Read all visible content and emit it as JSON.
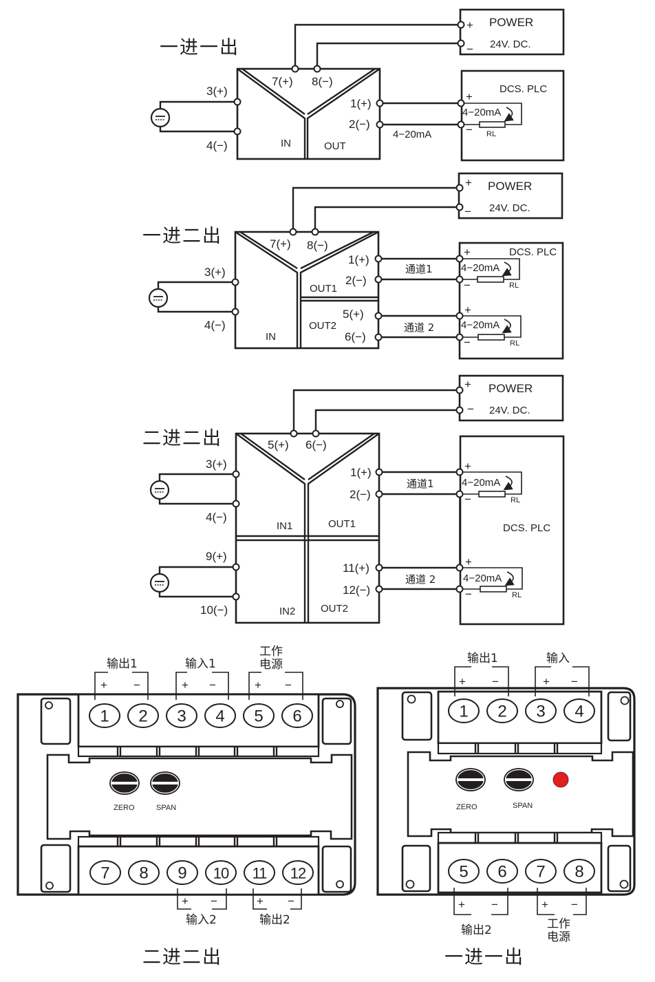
{
  "diagrams": {
    "one_in_one_out": {
      "title": "一进一出",
      "power_terminals": {
        "plus": "7(+)",
        "minus": "8(−)"
      },
      "input_terminals": {
        "plus": "3(+)",
        "minus": "4(−)"
      },
      "output_terminals": {
        "plus": "1(+)",
        "minus": "2(−)"
      },
      "module_labels": {
        "in": "IN",
        "out": "OUT"
      },
      "signal_label": "4−20mA",
      "power_box": {
        "title": "POWER",
        "spec": "24V. DC.",
        "plus": "+",
        "minus": "−"
      },
      "dcs_box": {
        "title": "DCS. PLC",
        "loop_label": "4−20mA",
        "resistor": "RL",
        "plus": "+",
        "minus": "−"
      }
    },
    "one_in_two_out": {
      "title": "一进二出",
      "power_terminals": {
        "plus": "7(+)",
        "minus": "8(−)"
      },
      "input_terminals": {
        "plus": "3(+)",
        "minus": "4(−)"
      },
      "output1_terminals": {
        "plus": "1(+)",
        "minus": "2(−)"
      },
      "output2_terminals": {
        "plus": "5(+)",
        "minus": "6(−)"
      },
      "module_labels": {
        "in": "IN",
        "out1": "OUT1",
        "out2": "OUT2"
      },
      "channel_labels": [
        "通道1",
        "通道 2"
      ],
      "power_box": {
        "title": "POWER",
        "spec": "24V. DC.",
        "plus": "+",
        "minus": "−"
      },
      "dcs_box": {
        "title": "DCS. PLC",
        "loop_label": "4−20mA",
        "resistor": "RL",
        "plus": "+",
        "minus": "−"
      }
    },
    "two_in_two_out": {
      "title": "二进二出",
      "power_terminals": {
        "plus": "5(+)",
        "minus": "6(−)"
      },
      "input1_terminals": {
        "plus": "3(+)",
        "minus": "4(−)"
      },
      "input2_terminals": {
        "plus": "9(+)",
        "minus": "10(−)"
      },
      "output1_terminals": {
        "plus": "1(+)",
        "minus": "2(−)"
      },
      "output2_terminals": {
        "plus": "11(+)",
        "minus": "12(−)"
      },
      "module_labels": {
        "in1": "IN1",
        "in2": "IN2",
        "out1": "OUT1",
        "out2": "OUT2"
      },
      "channel_labels": [
        "通道1",
        "通道 2"
      ],
      "power_box": {
        "title": "POWER",
        "spec": "24V. DC.",
        "plus": "+",
        "minus": "−"
      },
      "dcs_box": {
        "title": "DCS. PLC",
        "loop_label": "4−20mA",
        "resistor": "RL",
        "plus": "+",
        "minus": "−"
      }
    }
  },
  "terminal_blocks": {
    "two_in_two_out": {
      "caption": "二进二出",
      "top_terminals": [
        "1",
        "2",
        "3",
        "4",
        "5",
        "6"
      ],
      "bottom_terminals": [
        "7",
        "8",
        "9",
        "10",
        "11",
        "12"
      ],
      "top_groups": [
        {
          "label": "输出1",
          "plus": "+",
          "minus": "−"
        },
        {
          "label": "输入1",
          "plus": "+",
          "minus": "−"
        },
        {
          "label_line1": "工作",
          "label_line2": "电源",
          "plus": "+",
          "minus": "−"
        }
      ],
      "bottom_groups": [
        {
          "label": "输入2",
          "plus": "+",
          "minus": "−"
        },
        {
          "label": "输出2",
          "plus": "+",
          "minus": "−"
        }
      ],
      "adjusters": [
        "ZERO",
        "SPAN"
      ]
    },
    "one_in_one_out": {
      "caption": "一进一出",
      "top_terminals": [
        "1",
        "2",
        "3",
        "4"
      ],
      "bottom_terminals": [
        "5",
        "6",
        "7",
        "8"
      ],
      "top_groups": [
        {
          "label": "输出1",
          "plus": "+",
          "minus": "−"
        },
        {
          "label": "输入",
          "plus": "+",
          "minus": "−"
        }
      ],
      "bottom_groups": [
        {
          "label": "输出2",
          "plus": "+",
          "minus": "−"
        },
        {
          "label_line1": "工作",
          "label_line2": "电源",
          "plus": "+",
          "minus": "−"
        }
      ],
      "adjusters": [
        "ZERO",
        "SPAN"
      ],
      "indicator_led_color": "#e02020"
    }
  }
}
